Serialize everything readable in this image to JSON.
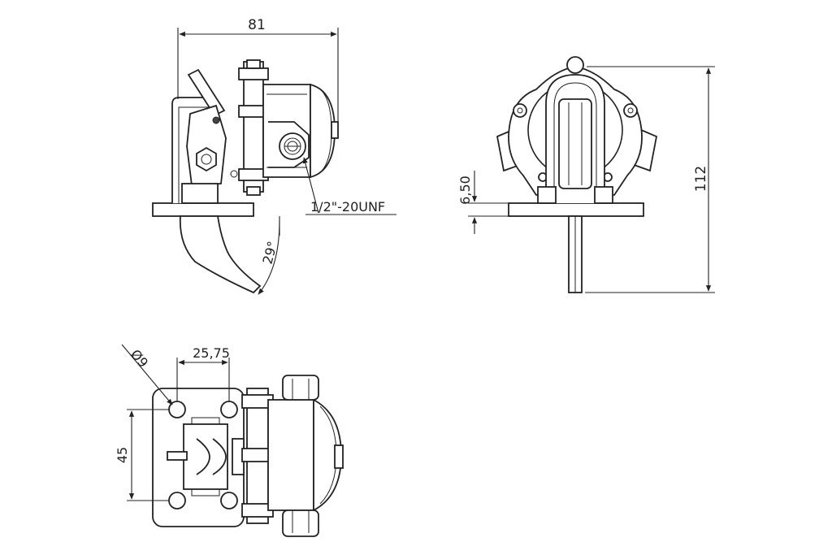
{
  "dimensions": {
    "width_81": "81",
    "thread": "1/2\"-20UNF",
    "angle": "29°",
    "thickness": "6,50",
    "height": "112",
    "hole_dia": "Ø9",
    "spacing_h": "25,75",
    "spacing_v": "45"
  },
  "colors": {
    "line": "#222222",
    "background": "#ffffff"
  }
}
